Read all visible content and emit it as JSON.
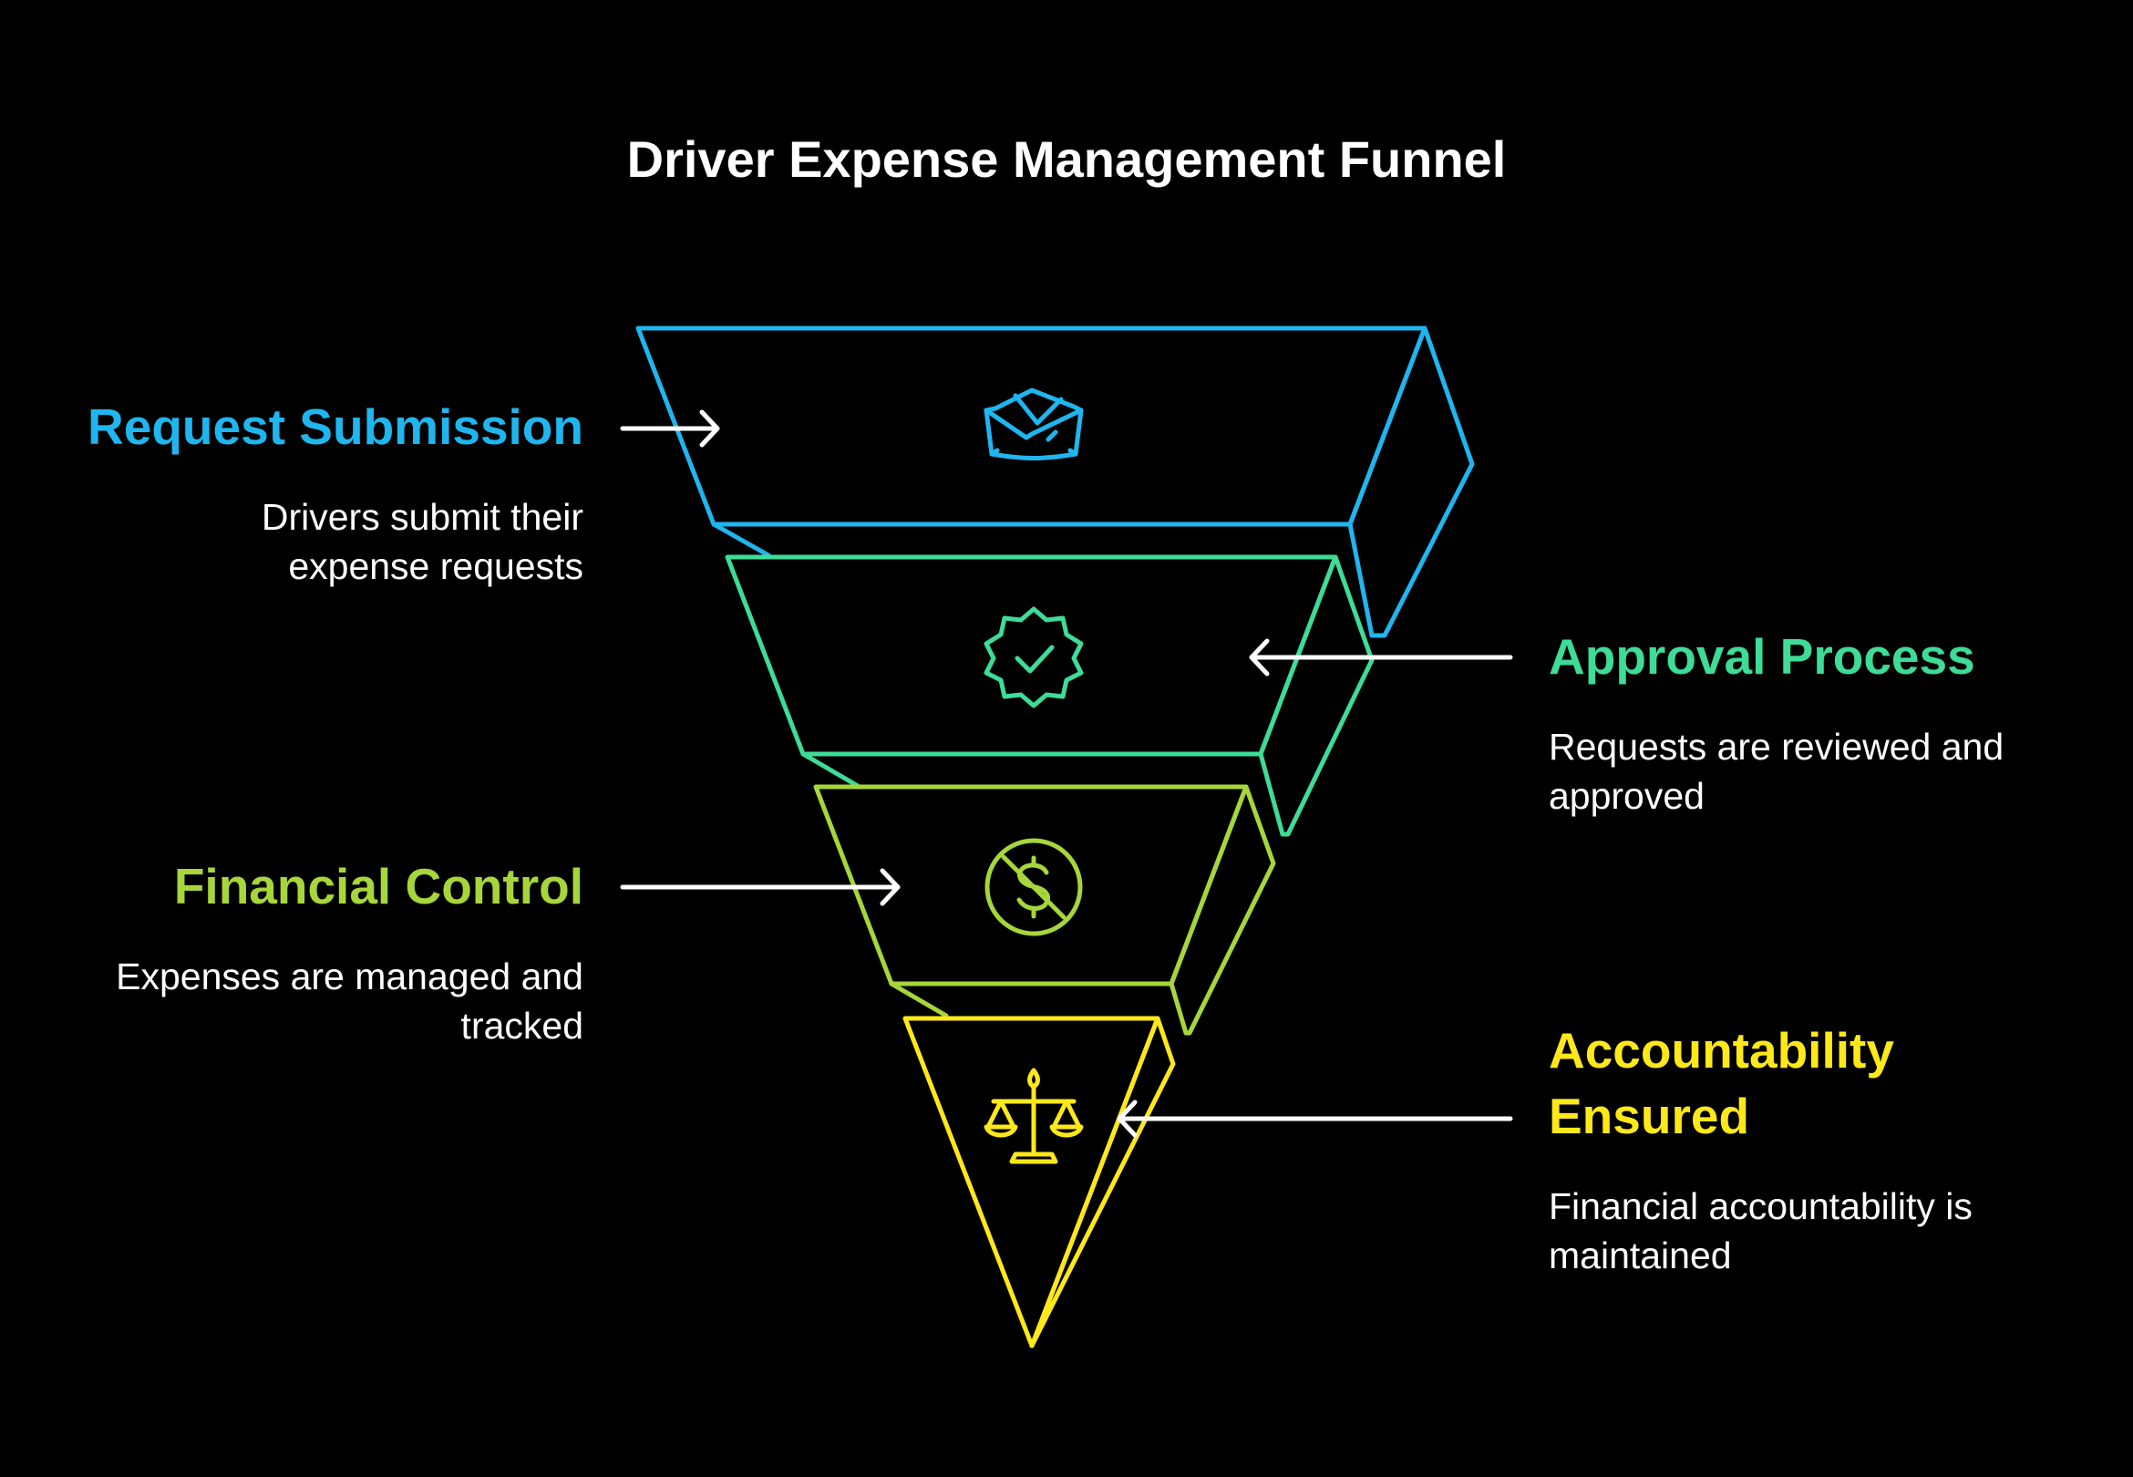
{
  "title": "Driver Expense Management Funnel",
  "colors": {
    "background": "#000000",
    "stage1": "#1fb6ef",
    "stage2": "#3ddc97",
    "stage3": "#a6d63a",
    "stage4": "#ffe81a",
    "arrow": "#ffffff"
  },
  "stages": [
    {
      "label": "Request Submission",
      "description_lines": [
        "Drivers submit their",
        "expense requests"
      ],
      "icon": "envelope-icon"
    },
    {
      "label": "Approval Process",
      "description_lines": [
        "Requests are reviewed and",
        "approved"
      ],
      "icon": "verified-badge-icon"
    },
    {
      "label": "Financial Control",
      "description_lines": [
        "Expenses are managed and",
        "tracked"
      ],
      "icon": "no-dollar-icon"
    },
    {
      "label_lines": [
        "Accountability",
        "Ensured"
      ],
      "description_lines": [
        "Financial accountability is",
        "maintained"
      ],
      "icon": "scales-icon"
    }
  ]
}
